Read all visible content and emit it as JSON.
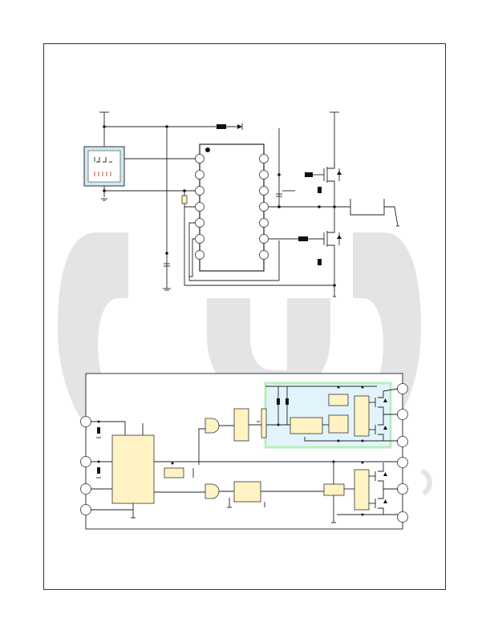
{
  "colors": {
    "page_background": "#ffffff",
    "frame": "#333333",
    "wire": "#222222",
    "block_fill": "#fff3c4",
    "highlight_fill": "#e2f4fb",
    "highlight_border": "#b8efb8",
    "module_fill": "#cfe9f3",
    "watermark": "#e4e4e4"
  },
  "icons": {
    "mosfet": "mosfet-icon",
    "diode": "diode-icon",
    "resistor": "resistor-icon",
    "capacitor": "capacitor-icon",
    "and_gate": "and-gate-icon",
    "ground": "ground-icon"
  },
  "upper_ic": {
    "pins_per_side": 7
  },
  "block_diagram": {
    "external_pins": 6,
    "left_pins": 4
  }
}
